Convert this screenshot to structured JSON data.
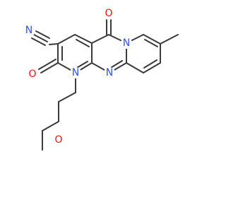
{
  "molecule": {
    "atoms": {
      "nitrile_n": {
        "symbol": "N",
        "color": "#3050f8"
      },
      "keto_o_top": {
        "symbol": "O",
        "color": "#ff0d0d"
      },
      "keto_o_left": {
        "symbol": "O",
        "color": "#ff0d0d"
      },
      "ring_n_bridge": {
        "symbol": "N",
        "color": "#3050f8"
      },
      "ring_n_pyridone": {
        "symbol": "N",
        "color": "#3050f8"
      },
      "ring_n_pyrimidine": {
        "symbol": "N",
        "color": "#3050f8"
      },
      "ether_o": {
        "symbol": "O",
        "color": "#ff0d0d"
      }
    },
    "bond_color": "#3a3a3a"
  }
}
